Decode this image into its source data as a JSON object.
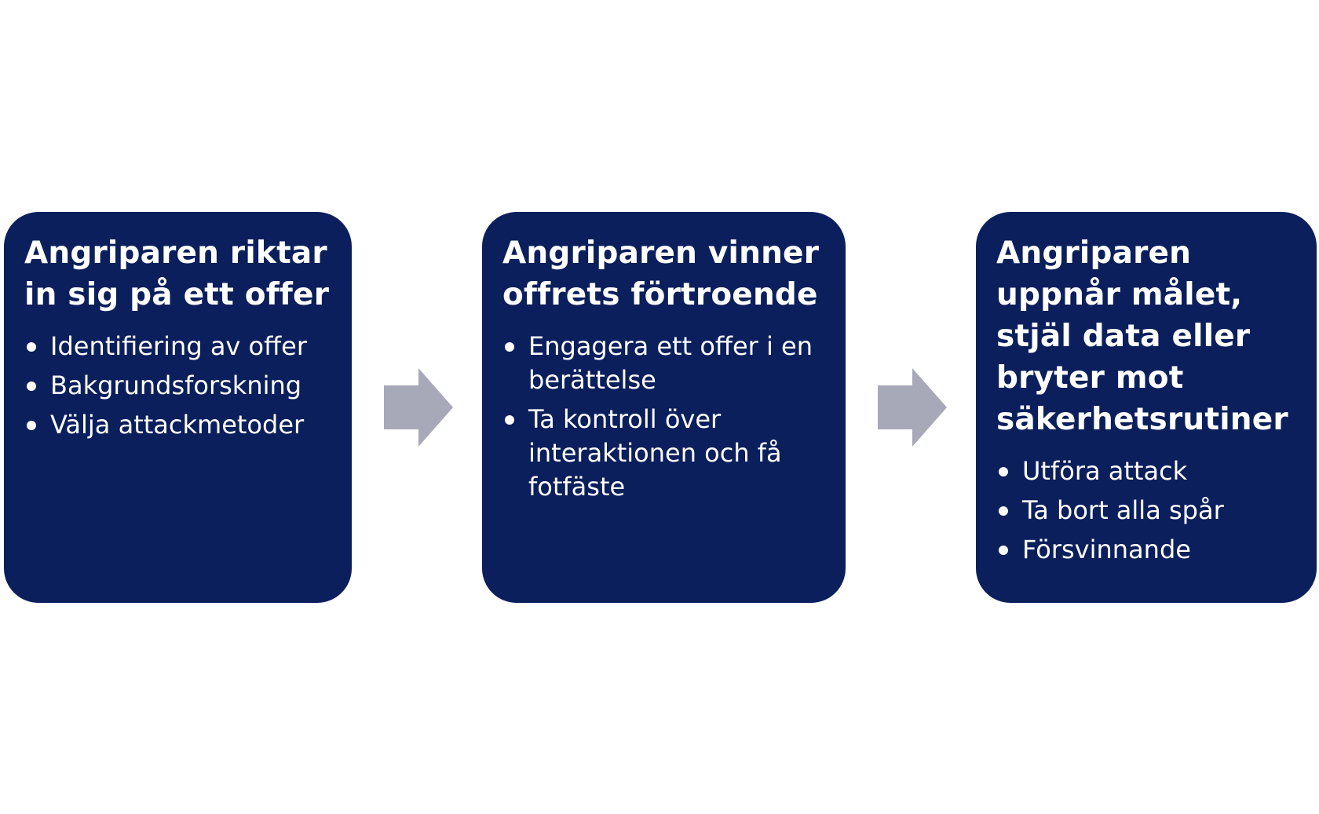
{
  "colors": {
    "box_fill": "#0b1f5c",
    "box_text": "#ffffff",
    "arrow_fill": "#a7a9b8",
    "background": "#ffffff"
  },
  "steps": [
    {
      "title": "Angriparen riktar in sig på ett offer",
      "bullets": [
        "Identifiering av offer",
        "Bakgrundsforskning",
        "Välja attackmetoder"
      ]
    },
    {
      "title": "Angriparen vinner offrets förtroende",
      "bullets": [
        "Engagera ett offer i en berättelse",
        "Ta kontroll över interaktionen och få fotfäste"
      ]
    },
    {
      "title": "Angriparen uppnår målet, stjäl data eller bryter mot säkerhetsrutiner",
      "bullets": [
        "Utföra attack",
        "Ta bort alla spår",
        "Försvinnande"
      ]
    }
  ],
  "arrows": [
    {
      "icon": "right-arrow-icon"
    },
    {
      "icon": "right-arrow-icon"
    }
  ]
}
